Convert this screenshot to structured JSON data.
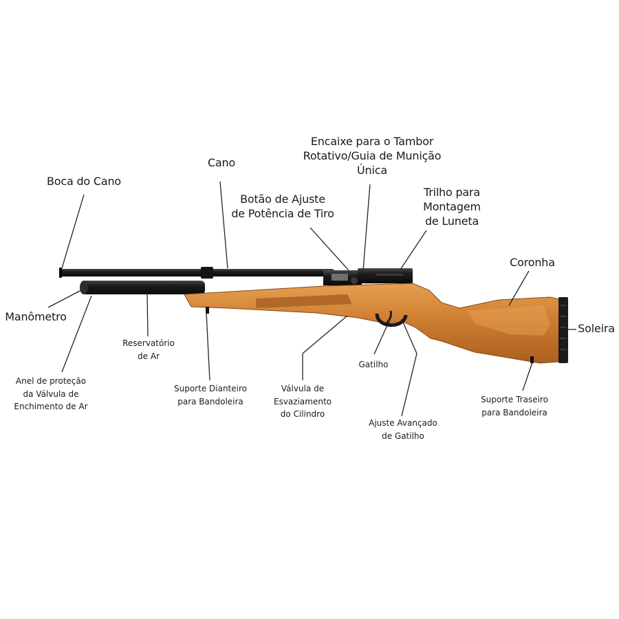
{
  "labels": {
    "boca_do_cano": [
      "Boca do Cano"
    ],
    "cano": [
      "Cano"
    ],
    "encaixe": [
      "Encaixe para o Tambor",
      "Rotativo/Guia de Munição",
      "Única"
    ],
    "botao_ajuste": [
      "Botão de Ajuste",
      "de Potência de Tiro"
    ],
    "trilho": [
      "Trilho para",
      "Montagem",
      "de Luneta"
    ],
    "coronha": [
      "Coronha"
    ],
    "manometro": [
      "Manômetro"
    ],
    "soleira": [
      "Soleira"
    ],
    "reservatorio": [
      "Reservatório",
      "de Ar"
    ],
    "anel": [
      "Anel de proteção",
      "da Válvula de",
      "Enchimento de Ar"
    ],
    "suporte_dianteiro": [
      "Suporte Dianteiro",
      "para Bandoleira"
    ],
    "valvula": [
      "Válvula de",
      "Esvaziamento",
      "do Cilindro"
    ],
    "gatilho": [
      "Gatilho"
    ],
    "ajuste_gatilho": [
      "Ajuste Avançado",
      "de Gatilho"
    ],
    "suporte_traseiro": [
      "Suporte Traseiro",
      "para Bandoleira"
    ]
  },
  "colors": {
    "wood_light": "#d9893a",
    "wood_dark": "#9c5218",
    "metal": "#1b1b1b",
    "leader": "#222222"
  }
}
